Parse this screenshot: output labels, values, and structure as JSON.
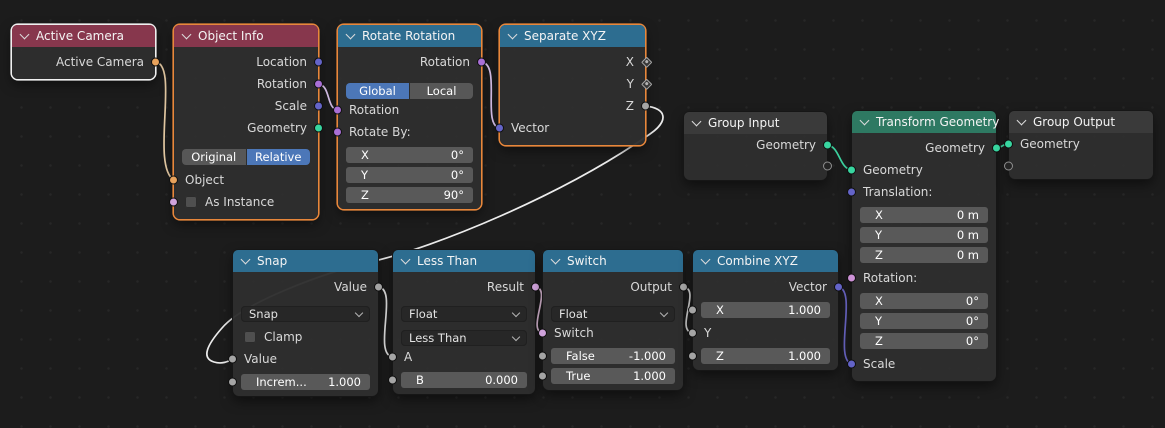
{
  "nodes": {
    "active_camera": {
      "title": "Active Camera",
      "output_label": "Active Camera"
    },
    "object_info": {
      "title": "Object Info",
      "outputs": [
        "Location",
        "Rotation",
        "Scale",
        "Geometry"
      ],
      "mode_buttons": [
        "Original",
        "Relative"
      ],
      "active_mode": "Relative",
      "input_object": "Object",
      "input_as_instance": "As Instance"
    },
    "rotate_rotation": {
      "title": "Rotate Rotation",
      "output_label": "Rotation",
      "mode_buttons": [
        "Global",
        "Local"
      ],
      "active_mode": "Global",
      "input_rotation": "Rotation",
      "input_rotate_by": "Rotate By:",
      "fields": [
        {
          "label": "X",
          "value": "0°"
        },
        {
          "label": "Y",
          "value": "0°"
        },
        {
          "label": "Z",
          "value": "90°"
        }
      ]
    },
    "separate_xyz": {
      "title": "Separate XYZ",
      "outputs": [
        "X",
        "Y",
        "Z"
      ],
      "input_vector": "Vector"
    },
    "group_input": {
      "title": "Group Input",
      "output_label": "Geometry"
    },
    "transform_geometry": {
      "title": "Transform Geometry",
      "output_label": "Geometry",
      "input_geometry": "Geometry",
      "input_translation": "Translation:",
      "translation_fields": [
        {
          "label": "X",
          "value": "0 m"
        },
        {
          "label": "Y",
          "value": "0 m"
        },
        {
          "label": "Z",
          "value": "0 m"
        }
      ],
      "input_rotation": "Rotation:",
      "rotation_fields": [
        {
          "label": "X",
          "value": "0°"
        },
        {
          "label": "Y",
          "value": "0°"
        },
        {
          "label": "Z",
          "value": "0°"
        }
      ],
      "input_scale": "Scale"
    },
    "group_output": {
      "title": "Group Output",
      "input_label": "Geometry"
    },
    "snap": {
      "title": "Snap",
      "output_label": "Value",
      "operation_dropdown": "Snap",
      "checkbox_label": "Clamp",
      "input_value": "Value",
      "increment_field": {
        "label": "Increm...",
        "value": "1.000"
      }
    },
    "less_than": {
      "title": "Less Than",
      "output_label": "Result",
      "type_dropdown": "Float",
      "operation_dropdown": "Less Than",
      "input_a": "A",
      "field_b": {
        "label": "B",
        "value": "0.000"
      }
    },
    "switch": {
      "title": "Switch",
      "output_label": "Output",
      "type_dropdown": "Float",
      "input_switch": "Switch",
      "field_false": {
        "label": "False",
        "value": "-1.000"
      },
      "field_true": {
        "label": "True",
        "value": "1.000"
      }
    },
    "combine_xyz": {
      "title": "Combine XYZ",
      "output_label": "Vector",
      "field_x": {
        "label": "X",
        "value": "1.000"
      },
      "input_y": "Y",
      "field_z": {
        "label": "Z",
        "value": "1.000"
      }
    }
  },
  "colors": {
    "header_input_red": "#87374d",
    "header_converter_blue": "#2d6d90",
    "header_geometry_green": "#2e7962",
    "header_group_gray": "#3a3a3a",
    "accent_button_blue": "#4c77b8",
    "selected_outline_orange": "#e8873b",
    "active_outline_white": "#f0f0f0",
    "socket_geometry": "#38d6a0",
    "socket_object": "#e8a25c",
    "socket_vector": "#6464c8",
    "socket_rotation": "#a96fd6",
    "socket_boolean": "#d0a3dc",
    "socket_float": "#a5a5a5"
  }
}
